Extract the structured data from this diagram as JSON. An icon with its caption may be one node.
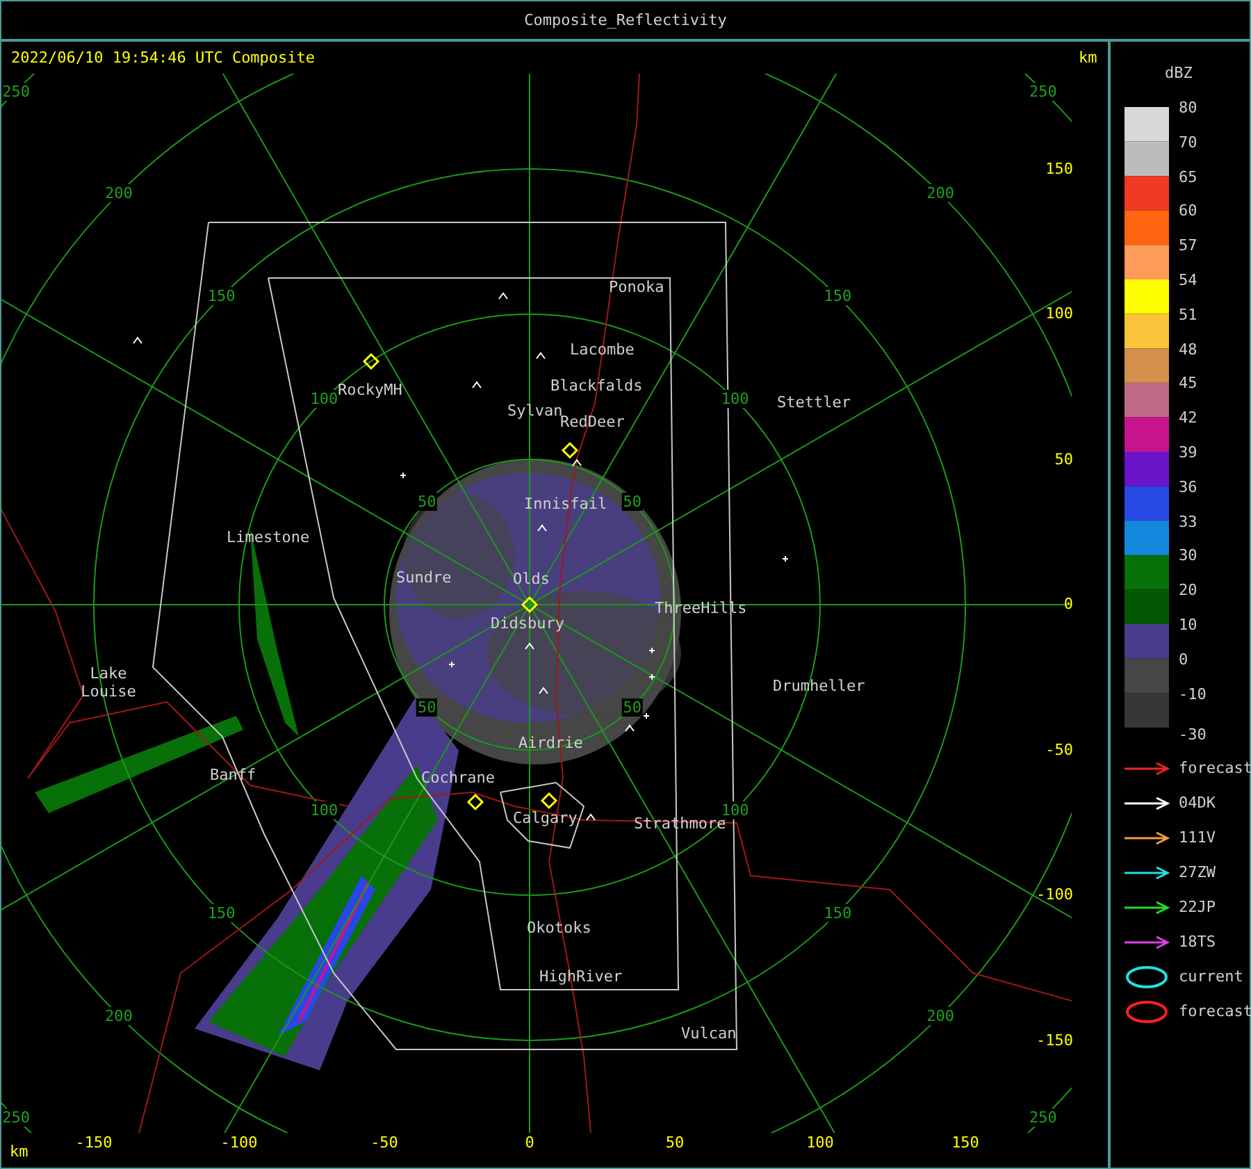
{
  "diagram": {
    "title": "Composite_Reflectivity",
    "labels": [
      "2022/06/10 19:54:46 UTC Composite",
      "km",
      "250",
      "250",
      "200",
      "200",
      "150",
      "150",
      "100",
      "100",
      "50",
      "50",
      "50",
      "50",
      "100",
      "100",
      "150",
      "150",
      "200",
      "200",
      "250",
      "250",
      "Ponoka",
      "Lacombe",
      "Blackfalds",
      "Sylvan",
      "RedDeer",
      "RockyMH",
      "Stettler",
      "Innisfail",
      "Limestone",
      "Sundre",
      "Olds",
      "Didsbury",
      "ThreeHills",
      "Lake Louise",
      "Drumheller",
      "Airdrie",
      "Banff",
      "Cochrane",
      "Calgary",
      "Strathmore",
      "Okotoks",
      "HighRiver",
      "Vulcan",
      "150",
      "100",
      "50",
      "0",
      "-50",
      "-100",
      "-150",
      "km",
      "-150",
      "-100",
      "-50",
      "0",
      "50",
      "100",
      "150",
      "dBZ",
      "-30"
    ],
    "legend": [
      {
        "text": "80",
        "color": "#d8d8d8"
      },
      {
        "text": "70",
        "color": "#bcbcbc"
      },
      {
        "text": "65",
        "color": "#f03a24"
      },
      {
        "text": "60",
        "color": "#ff6410"
      },
      {
        "text": "57",
        "color": "#ff9a5a"
      },
      {
        "text": "54",
        "color": "#ffff00"
      },
      {
        "text": "51",
        "color": "#f8c43a"
      },
      {
        "text": "48",
        "color": "#d4904a"
      },
      {
        "text": "45",
        "color": "#c06a8a"
      },
      {
        "text": "42",
        "color": "#c8148c"
      },
      {
        "text": "39",
        "color": "#6a14c8"
      },
      {
        "text": "36",
        "color": "#2848e4"
      },
      {
        "text": "33",
        "color": "#1488dc"
      },
      {
        "text": "30",
        "color": "#087008"
      },
      {
        "text": "20",
        "color": "#045804"
      },
      {
        "text": "10",
        "color": "#4a3c8c"
      },
      {
        "text": "0",
        "color": "#464646"
      },
      {
        "text": "-10",
        "color": "#363636"
      },
      {
        "text": "forecast"
      },
      {
        "text": "04DK"
      },
      {
        "text": "111V"
      },
      {
        "text": "27ZW"
      },
      {
        "text": "22JP"
      },
      {
        "text": "18TS"
      },
      {
        "text": "current"
      },
      {
        "text": "forecast"
      }
    ]
  }
}
